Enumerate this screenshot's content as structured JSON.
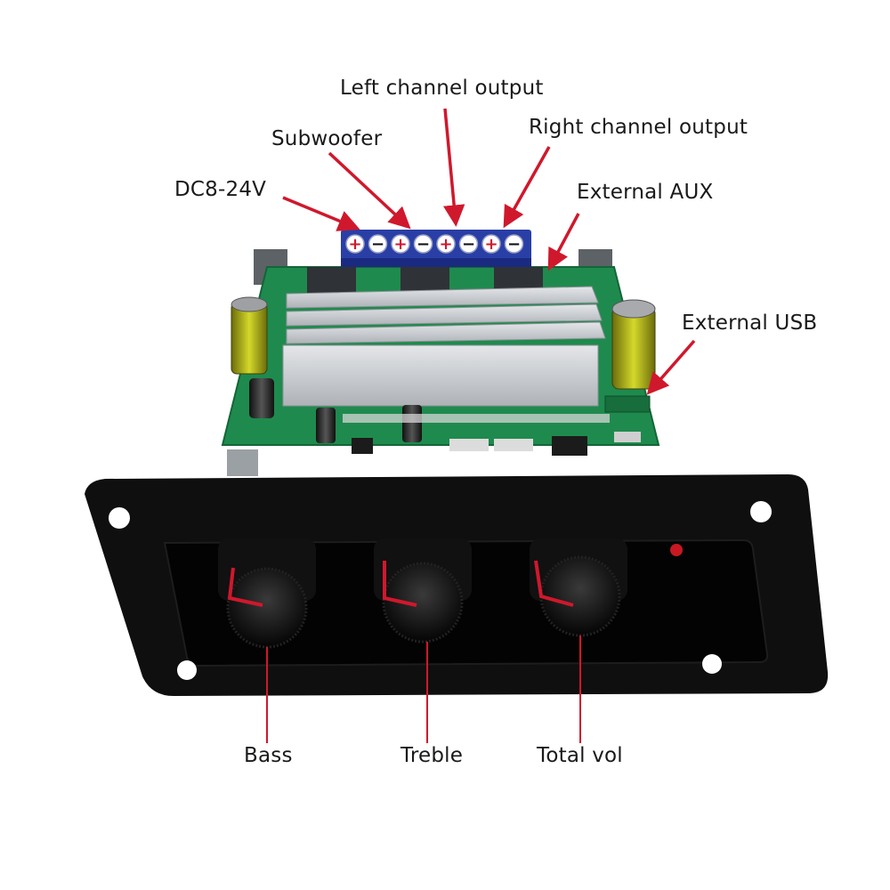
{
  "callouts": {
    "dc_input": "DC8-24V",
    "subwoofer": "Subwoofer",
    "left_output": "Left channel output",
    "right_output": "Right channel output",
    "external_aux": "External AUX",
    "external_usb": "External USB",
    "bass": "Bass",
    "treble": "Treble",
    "total_vol": "Total vol"
  },
  "colors": {
    "arrow": "#d0182c",
    "pcb": "#1f8a4e",
    "terminal": "#2a3fa6",
    "panel": "#0f0f0f",
    "heatsink": "#c7cace",
    "capacitor": "#c2c418"
  },
  "terminal_polarity": [
    "+",
    "−",
    "+",
    "−",
    "+",
    "−",
    "+",
    "−"
  ]
}
